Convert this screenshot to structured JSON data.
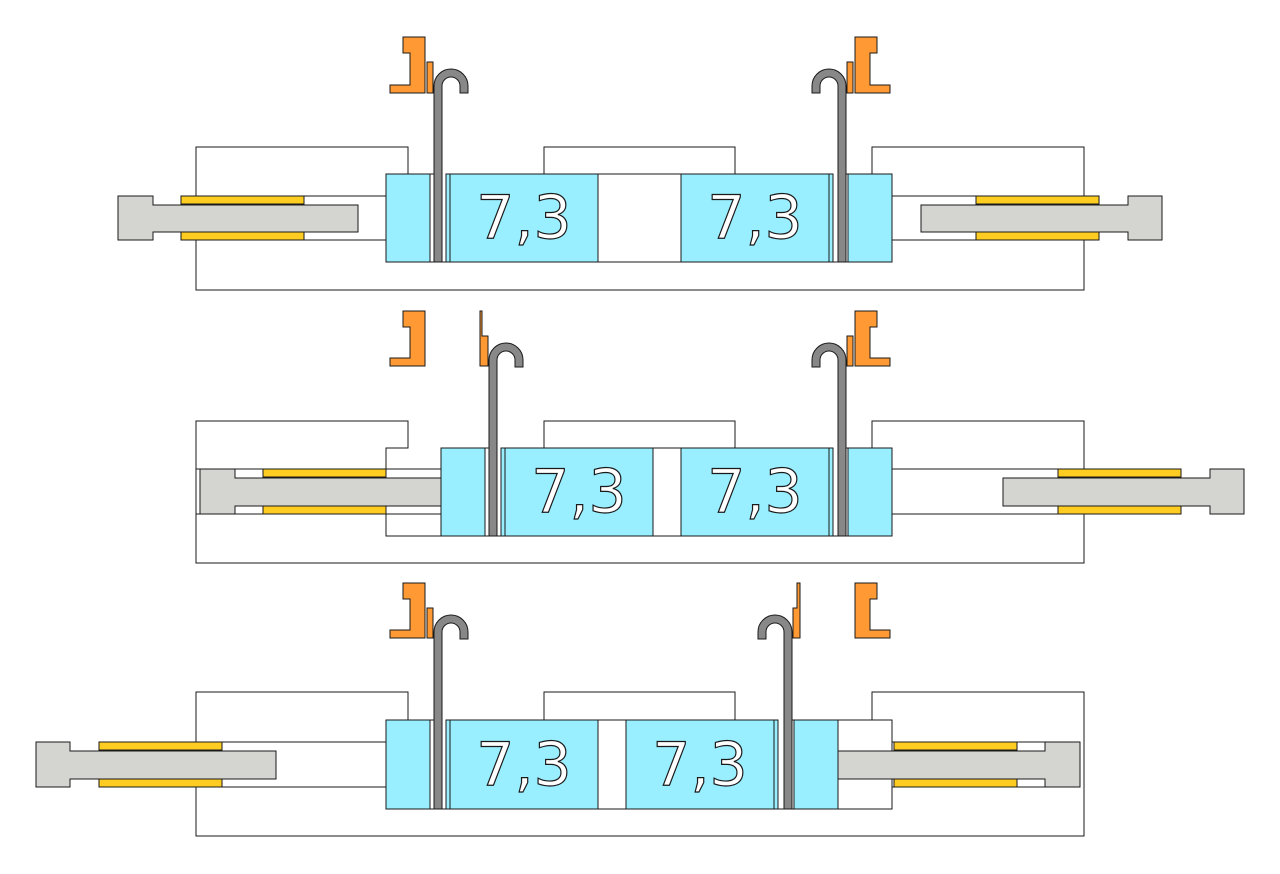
{
  "block_labels": {
    "row1_left": "7,3",
    "row1_right": "7,3",
    "row2_left": "7,3",
    "row2_right": "7,3",
    "row3_left": "7,3",
    "row3_right": "7,3"
  },
  "colors": {
    "block": "#99eeff",
    "clip": "#ff9933",
    "sleeve": "#ffcc22",
    "rod": "#d4d4d0",
    "wire": "#888888",
    "outline": "#1a1a1a"
  }
}
